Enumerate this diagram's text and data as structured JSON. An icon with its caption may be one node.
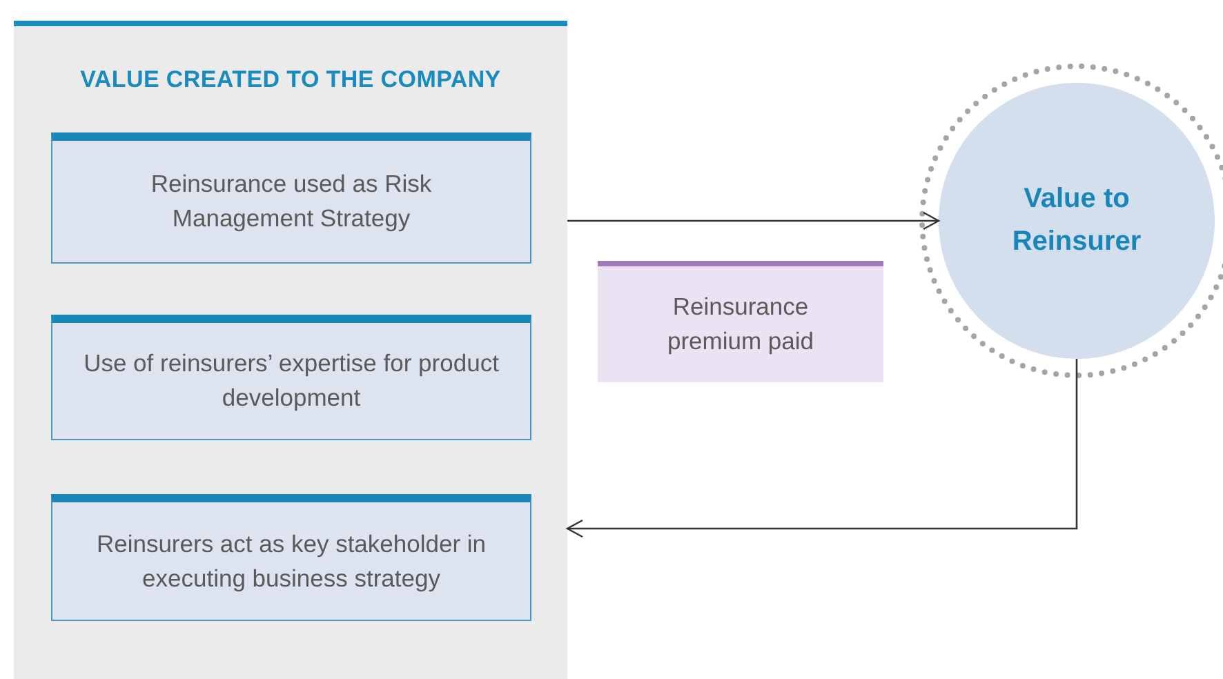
{
  "diagram": {
    "nodes": [
      {
        "text": [
          "VALUE CREATED TO THE COMPANY"
        ]
      },
      {
        "text": [
          "Reinsurance used as Risk Management Strategy"
        ],
        "in": 0
      },
      {
        "text": [
          "Use of reinsurers’ expertise for product development"
        ],
        "in": 0
      },
      {
        "text": [
          "Reinsurers act as key stakeholder in executing business strategy"
        ],
        "in": 0
      },
      {
        "text": [
          "Reinsurance premium paid"
        ]
      },
      {
        "text": [
          "Value to Reinsurer"
        ]
      }
    ],
    "edges": [
      {
        "from": 0,
        "to": 5,
        "arrow": "to"
      },
      {
        "from": 5,
        "to": 0,
        "arrow": "to"
      }
    ]
  }
}
